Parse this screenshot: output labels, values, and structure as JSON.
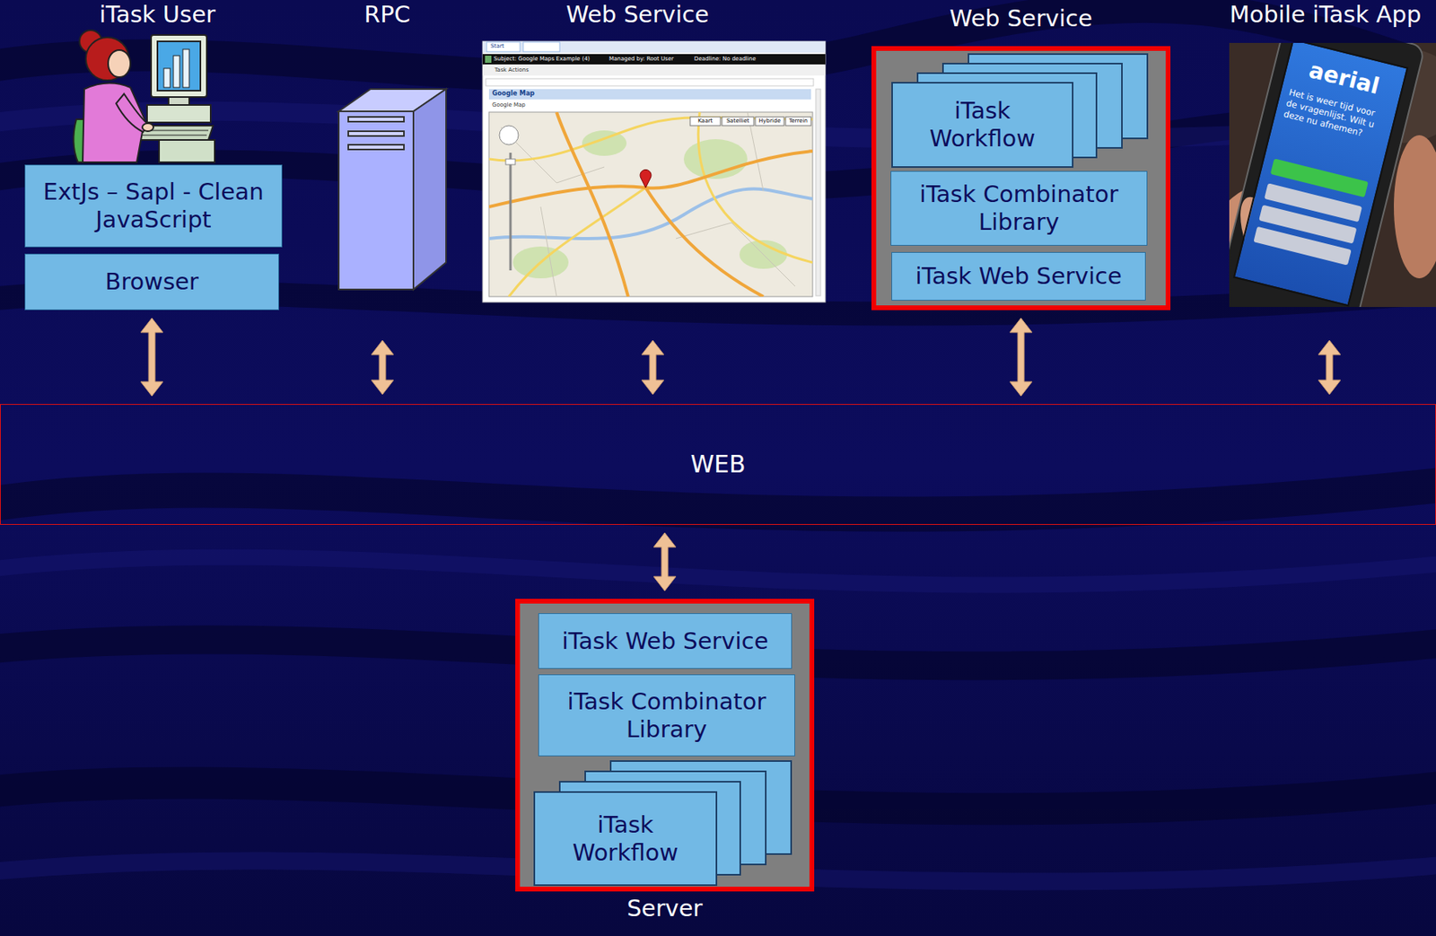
{
  "diagram": {
    "nodes": [
      {
        "text": [
          "ExtJs – Sapl - Clean JavaScript"
        ]
      },
      {
        "text": [
          "Browser"
        ]
      },
      {
        "text": [
          "Web Service"
        ]
      },
      {
        "text": [
          "iTask Workflow"
        ],
        "in": 2
      },
      {
        "text": [
          "iTask Combinator Library"
        ],
        "in": 2
      },
      {
        "text": [
          "iTask Web Service"
        ],
        "in": 2
      },
      {
        "text": [
          "WEB"
        ]
      },
      {
        "text": [
          "Server"
        ]
      },
      {
        "text": [
          "iTask Web Service"
        ],
        "in": 7
      },
      {
        "text": [
          "iTask Combinator Library"
        ],
        "in": 7
      },
      {
        "text": [
          "iTask Workflow"
        ],
        "in": 7
      }
    ],
    "edges": [
      {
        "from": 1,
        "to": 6,
        "arrow": "both"
      },
      {
        "from": 2,
        "to": 6,
        "arrow": "both"
      },
      {
        "from": 6,
        "to": 7,
        "arrow": "both"
      }
    ],
    "labels": [
      "iTask User",
      "RPC",
      "Web Service",
      "Mobile iTask App",
      "Start",
      "Subject: Google Maps Example (4)",
      "Managed by: Root User",
      "Deadline: No deadline",
      "Task Actions",
      "Google Map",
      "Google Map",
      "Kaart",
      "Satelliet",
      "Hybride",
      "Terrein",
      "aerial",
      "Het is weer tijd voor de vragenlijst. Wilt u deze nu afnemen?"
    ]
  }
}
